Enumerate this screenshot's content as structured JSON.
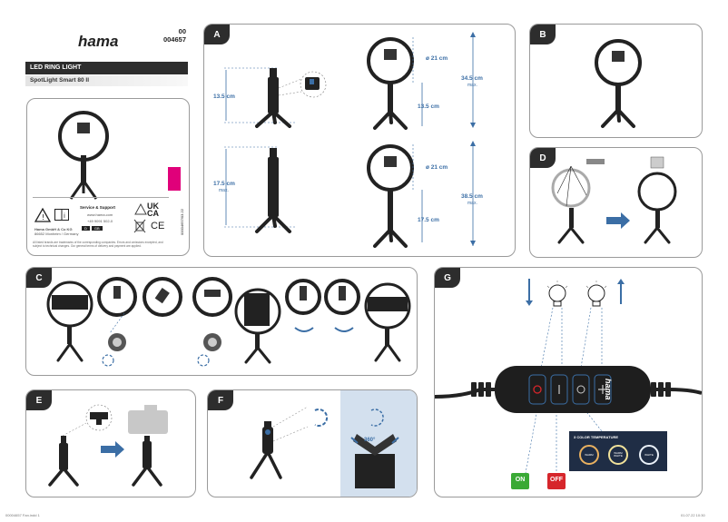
{
  "brand": "hama",
  "article": {
    "prefix": "00",
    "number": "004657"
  },
  "product": {
    "category": "LED RING LIGHT",
    "name": "SpotLight Smart 80 II"
  },
  "box": {
    "service_title": "Service & Support",
    "website": "www.hama.com",
    "phone": "+49 9091 502-0",
    "company": "Hama GmbH & Co KG",
    "address": "86652 Monheim / Germany",
    "lang_badges": [
      "D",
      "GB"
    ],
    "uk": "UK",
    "ca": "CA",
    "ce": "CE",
    "vertical_code": "00004657/03.22",
    "disclaimer": "All listed brands are trademarks of the corresponding companies. Errors and omissions excepted, and subject to technical changes. Our general terms of delivery and payment are applied."
  },
  "panels": {
    "a": "A",
    "b": "B",
    "c": "C",
    "d": "D",
    "e": "E",
    "f": "F",
    "g": "G"
  },
  "dims": {
    "h1": "13.5 cm",
    "h2": "17.5 cm",
    "h2_sub": "max.",
    "ring1": "ø 21 cm",
    "total1": "34.5 cm",
    "total1_sub": "max.",
    "ring2": "ø 21 cm",
    "total2": "38.5 cm",
    "total2_sub": "max.",
    "stand1": "13.5 cm",
    "stand2": "17.5 cm"
  },
  "rotate": {
    "label": "360°"
  },
  "controller": {
    "brand": "hama",
    "color_temp_title": "3 COLOR TEMPERATURE",
    "temps": [
      "WARM",
      "WARM WHITE",
      "WHITE"
    ],
    "on": "ON",
    "off": "OFF"
  },
  "footer": {
    "left": "00004657 Fan.indd   1",
    "right": "01.07.22   10:30"
  },
  "colors": {
    "accent": "#e0007a",
    "line_blue": "#3b6ea5",
    "green": "#3aa935",
    "red": "#d6262b",
    "dark": "#2d2d2d"
  }
}
